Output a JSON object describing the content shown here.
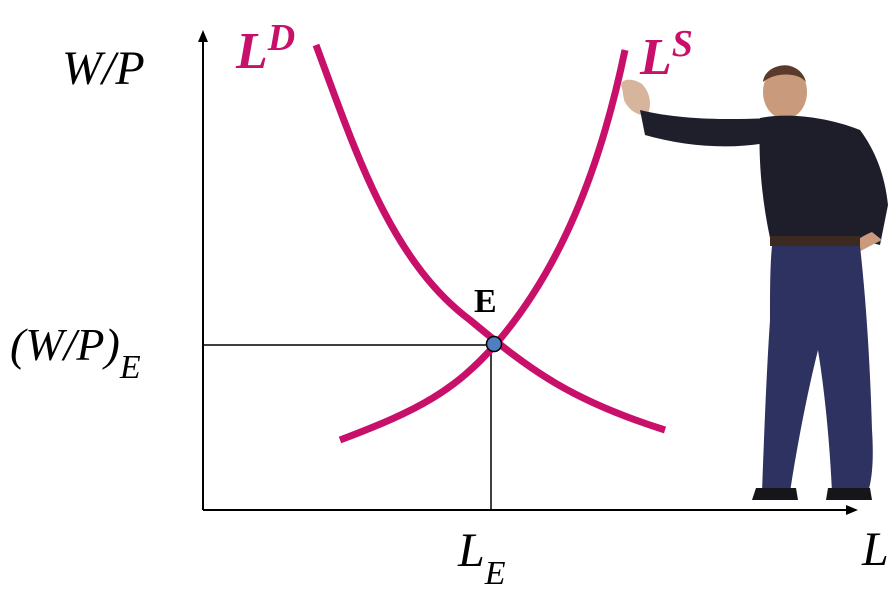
{
  "diagram": {
    "y_axis_label": "W/P",
    "x_axis_label": "L",
    "curve_demand": {
      "base": "L",
      "superscript": "D"
    },
    "curve_supply": {
      "base": "L",
      "superscript": "S"
    },
    "equilibrium_point": "E",
    "equilibrium_wage": {
      "base": "(W/P)",
      "subscript": "E"
    },
    "equilibrium_labor": {
      "base": "L",
      "subscript": "E"
    },
    "colors": {
      "curve": "#c8106a",
      "axis": "#000000",
      "point_fill": "#4f7fc0",
      "background": "#ffffff"
    },
    "figure": "man-presenting-illustration"
  }
}
